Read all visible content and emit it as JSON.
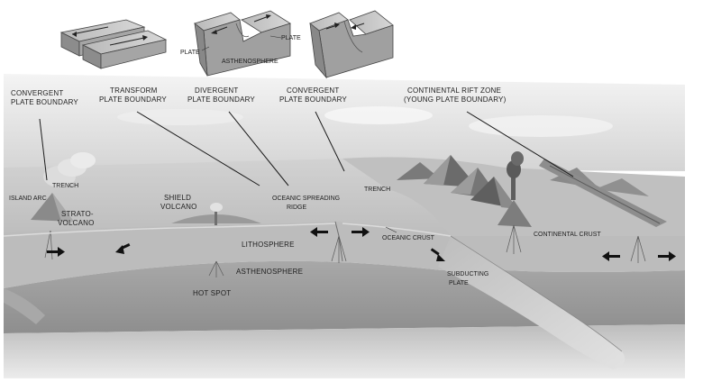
{
  "block_models": {
    "plate_left": "PLATE",
    "plate_right": "PLATE",
    "asthenosphere": "ASTHENOSPHERE"
  },
  "labels": {
    "convergent_left": [
      "CONVERGENT",
      "PLATE BOUNDARY"
    ],
    "transform": [
      "TRANSFORM",
      "PLATE BOUNDARY"
    ],
    "divergent": [
      "DIVERGENT",
      "PLATE BOUNDARY"
    ],
    "convergent_right": [
      "CONVERGENT",
      "PLATE BOUNDARY"
    ],
    "continental_rift": [
      "CONTINENTAL RIFT ZONE",
      "(YOUNG PLATE BOUNDARY)"
    ],
    "trench_left": "TRENCH",
    "island_arc": "ISLAND ARC",
    "strato_volcano": [
      "STRATO-",
      "VOLCANO"
    ],
    "shield_volcano": [
      "SHIELD",
      "VOLCANO"
    ],
    "oceanic_ridge": [
      "OCEANIC SPREADING",
      "RIDGE"
    ],
    "trench_right": "TRENCH",
    "oceanic_crust": "OCEANIC CRUST",
    "continental_crust": "CONTINENTAL CRUST",
    "lithosphere": "LITHOSPHERE",
    "asthenosphere": "ASTHENOSPHERE",
    "hot_spot": "HOT SPOT",
    "subducting_plate": [
      "SUBDUCTING",
      "PLATE"
    ]
  },
  "colors": {
    "sky": "#e4e4e4",
    "ocean_surface": "#c9c9c9",
    "lithosphere": "#bdbdbd",
    "asthenosphere": "#9a9a9a",
    "deep_mantle": "#d6d6d6",
    "mountains": "#6e6e6e"
  }
}
